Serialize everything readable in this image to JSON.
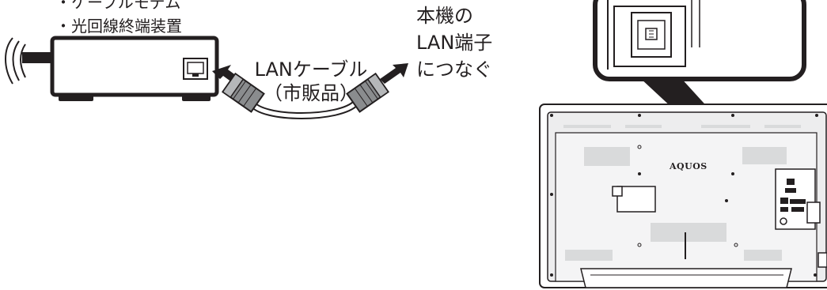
{
  "device_list": {
    "item1": "・ケーブルモデム",
    "item2": "・光回線終端装置"
  },
  "cable_label": {
    "line1": "LANケーブル",
    "line2": "（市販品）"
  },
  "instruction": {
    "line1": "本機の",
    "line2": "LAN端子",
    "line3": "につなぐ"
  },
  "tv_brand": "AQUOS",
  "icons": {
    "modem": "modem-icon",
    "lan_port": "lan-port-icon",
    "cable": "lan-cable-icon",
    "arrow": "arrow-icon",
    "signal": "signal-lines-icon",
    "tv": "tv-back-icon",
    "magnifier": "magnified-port-icon"
  },
  "colors": {
    "line": "#231f20",
    "plug_fill": "#8a8c8e",
    "tv_panel": "#d9dadb",
    "white": "#ffffff"
  }
}
